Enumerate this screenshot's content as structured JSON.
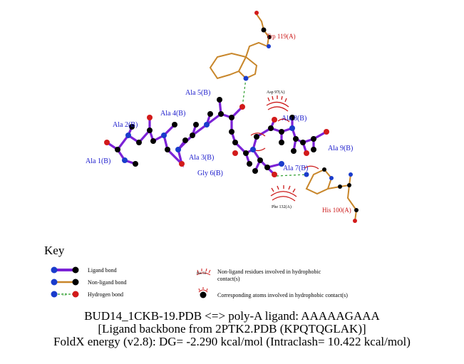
{
  "ligand_labels": [
    "Ala 1(B)",
    "Ala 2(B)",
    "Ala 3(B)",
    "Ala 4(B)",
    "Ala 5(B)",
    "Gly 6(B)",
    "Ala 7(B)",
    "Ala 8(B)",
    "Ala 9(B)"
  ],
  "residue_labels": [
    "Trp 119(A)",
    "His 100(A)"
  ],
  "hydrophobic_labels": [
    "Asp 97(A)",
    "Phe 132(A)"
  ],
  "colors": {
    "ligand_bond": "#7b22d6",
    "non_ligand_bond": "#c8862a",
    "hbond": "#2e9e2e",
    "carbon": "#000000",
    "nitrogen": "#1a3ccc",
    "oxygen": "#d21a1a",
    "hydrophobic": "#cc1a1a"
  },
  "key": {
    "title": "Key",
    "ligand_bond": "Ligand bond",
    "non_ligand_bond": "Non-ligand bond",
    "hydrogen_bond": "Hydrogen bond",
    "hbond_length": "3.0",
    "his_example": "His 53",
    "hydrophobic_residues_line1": "Non-ligand residues involved in hydrophobic",
    "hydrophobic_residues_line2": "contact(s)",
    "hydrophobic_atoms": "Corresponding atoms involved in hydrophobic contact(s)"
  },
  "caption": {
    "line1": "BUD14_1CKB-19.PDB <=> poly-A ligand: AAAAAGAAA",
    "line2": "[Ligand backbone from 2PTK2.PDB (KPQTQGLAK)]",
    "line3": "FoldX energy (v2.8): DG= -2.290 kcal/mol (Intraclash= 10.422 kcal/mol)"
  }
}
